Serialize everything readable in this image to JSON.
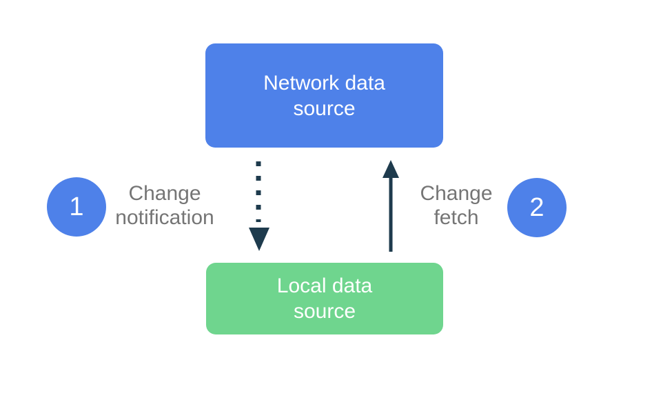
{
  "colors": {
    "background": "#ffffff",
    "network_box": "#4e81e9",
    "local_box": "#6fd58e",
    "circle": "#4e81e9",
    "arrow": "#1e3b4d",
    "box_text": "#ffffff",
    "label_text": "#757575"
  },
  "boxes": {
    "network": {
      "lines": [
        "Network data",
        "source"
      ]
    },
    "local": {
      "lines": [
        "Local data",
        "source"
      ]
    }
  },
  "steps": [
    {
      "number": "1",
      "lines": [
        "Change",
        "notification"
      ]
    },
    {
      "number": "2",
      "lines": [
        "Change",
        "fetch"
      ]
    }
  ],
  "icons": {
    "down_arrow": "dotted-down-arrow-icon",
    "up_arrow": "solid-up-arrow-icon"
  }
}
